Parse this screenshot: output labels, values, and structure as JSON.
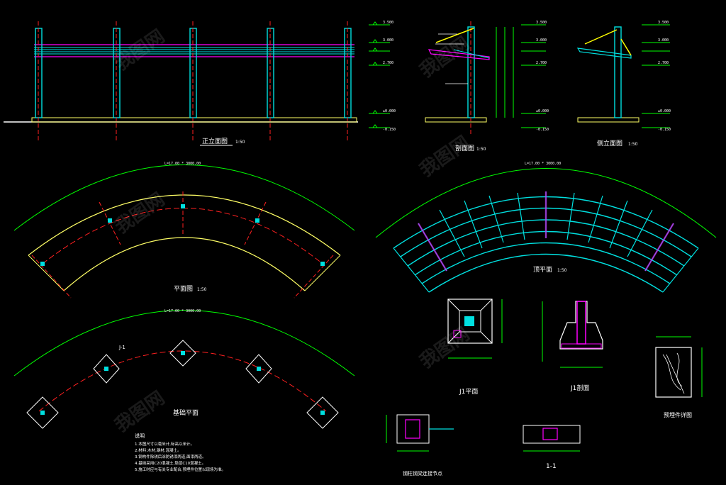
{
  "colors": {
    "background": "#000000",
    "post": "#00e0e0",
    "beam": "#ff00ff",
    "axis": "#ff2020",
    "dimension": "#00ff00",
    "footing_outline": "#ffff66",
    "brace": "#ffff00",
    "text": "#ffffff"
  },
  "views": {
    "front_elevation": {
      "title": "正立面图",
      "scale": "1:50"
    },
    "section": {
      "title": "剖面图",
      "scale": "1:50"
    },
    "side_elevation": {
      "title": "侧立面图",
      "scale": "1:50"
    },
    "plan": {
      "title": "平面图",
      "scale": "1:50",
      "arc_label": "L=17.00 * 3000.00"
    },
    "roof_plan": {
      "title": "顶平面",
      "scale": "1:50",
      "arc_label": "L=17.00 * 3000.00"
    },
    "foundation_plan": {
      "title": "基础平面",
      "arc_label": "L=17.00 * 3000.00",
      "footing_tag": "J-1"
    },
    "footing_plan": {
      "title": "J1平面"
    },
    "footing_section": {
      "title": "J1剖面"
    },
    "embedded_detail": {
      "title": "预埋件详图"
    },
    "beam_column": {
      "title": "钢柱钢梁连接节点"
    },
    "section_1_1": {
      "title": "1-1"
    }
  },
  "elevation_marks": [
    "3.500",
    "3.000",
    "2.700",
    "±0.000",
    "-0.150"
  ],
  "notes": {
    "title": "说明",
    "lines": [
      "1.本图尺寸以毫米计,标高以米计。",
      "2.材料:木材,钢材,混凝土。",
      "3.钢构件除锈后涂防锈漆两道,面漆两道。",
      "4.基础采用C20混凝土,垫层C10混凝土。",
      "5.施工时应与有关专业配合,预埋件位置以现场为准。"
    ]
  },
  "watermark": "我图网"
}
